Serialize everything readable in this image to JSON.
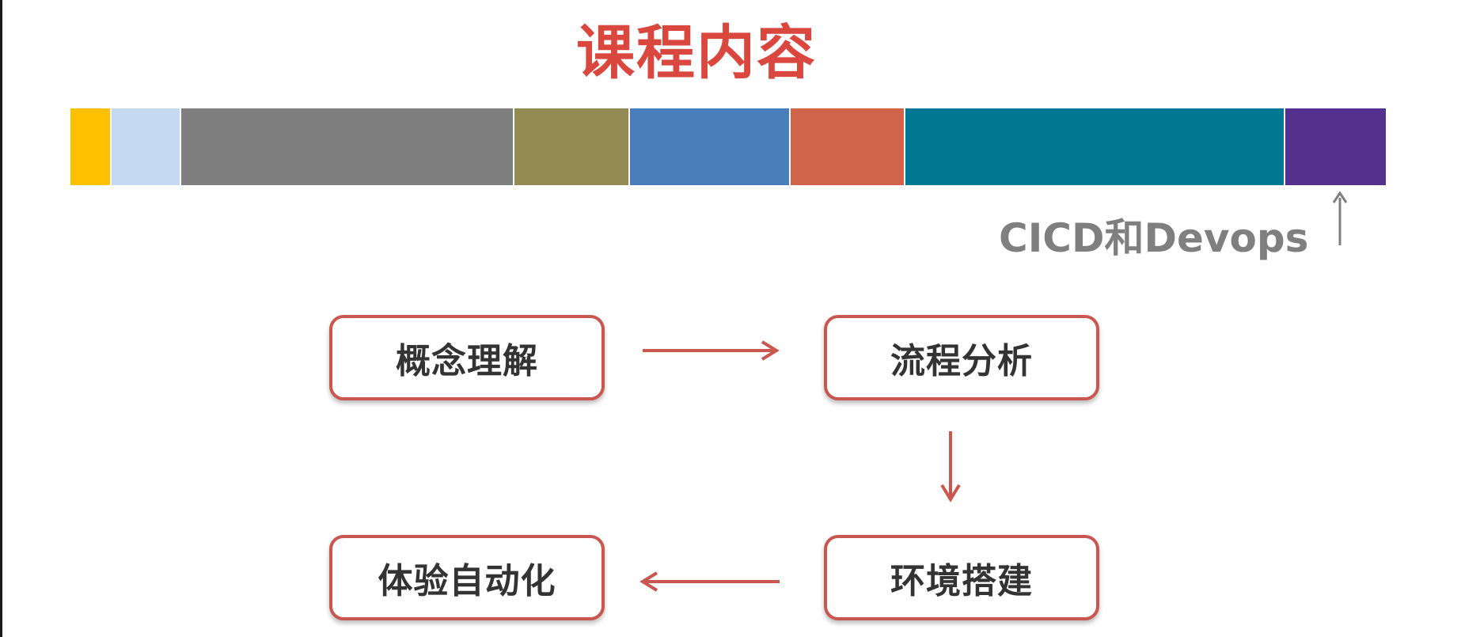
{
  "title": "课程内容",
  "bar": {
    "segments": [
      {
        "weight": 52,
        "color": "#ffc000"
      },
      {
        "weight": 88,
        "color": "#c5d9f1"
      },
      {
        "weight": 421,
        "color": "#7f7f7f"
      },
      {
        "weight": 146,
        "color": "#948a54"
      },
      {
        "weight": 203,
        "color": "#4a7ebb"
      },
      {
        "weight": 145,
        "color": "#d0644a"
      },
      {
        "weight": 480,
        "color": "#007894"
      },
      {
        "weight": 127,
        "color": "#54308f"
      }
    ],
    "caption": "CICD和Devops"
  },
  "flow": {
    "steps": [
      "概念理解",
      "流程分析",
      "环境搭建",
      "体验自动化"
    ]
  },
  "colors": {
    "title": "#d9473f",
    "box_border": "#c9564f",
    "arrow": "#c9564f",
    "caption": "#7f7f7f"
  }
}
